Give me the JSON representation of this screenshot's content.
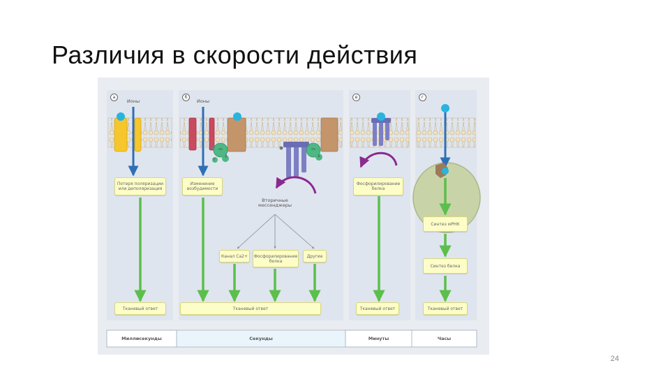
{
  "slide": {
    "title": "Различия в скорости действия",
    "page_number": "24"
  },
  "figure": {
    "panels": [
      {
        "letter": "а",
        "ion_label": "Ионы",
        "box1": "Потеря поляризации или деполяризация",
        "box2": "Тканевый ответ"
      },
      {
        "letter": "б",
        "ion_label": "Ионы",
        "box1": "Изменение возбудимости",
        "messengers_label": "Вторичные мессенджеры",
        "branch1": "Канал Ca2+",
        "branch2": "Фосфорилирование белка",
        "branch3": "Другие",
        "box2": "Тканевый ответ"
      },
      {
        "letter": "в",
        "box1": "Фосфорилирование белка",
        "box2": "Тканевый ответ"
      },
      {
        "letter": "г",
        "box1": "Синтез мРНК",
        "box2": "Синтез белка",
        "box3": "Тканевый ответ"
      }
    ],
    "g_protein_labels": {
      "alpha": "αs",
      "beta": "β",
      "gamma": "γ"
    },
    "timescale": [
      "Миллисекунды",
      "Секунды",
      "Минуты",
      "Часы"
    ]
  },
  "colors": {
    "membrane": "#ead8b0",
    "arrow_blue": "#2e6fb7",
    "arrow_green": "#5cbf4c",
    "box_fill": "#fdfdc8",
    "purple": "#8a2a8e"
  }
}
